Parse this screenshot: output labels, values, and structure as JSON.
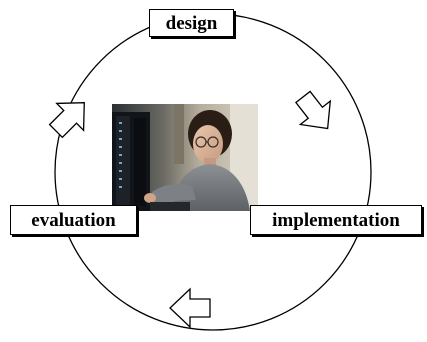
{
  "diagram": {
    "stages": [
      {
        "id": "design",
        "label": "design"
      },
      {
        "id": "implementation",
        "label": "implementation"
      },
      {
        "id": "evaluation",
        "label": "evaluation"
      }
    ],
    "arrows": [
      {
        "from": "design",
        "to": "implementation",
        "icon": "block-arrow-icon"
      },
      {
        "from": "implementation",
        "to": "evaluation",
        "icon": "block-arrow-icon"
      },
      {
        "from": "evaluation",
        "to": "design",
        "icon": "block-arrow-icon"
      }
    ],
    "center_image": {
      "subject": "person working at a computer rack",
      "icon": "photo-image"
    }
  }
}
